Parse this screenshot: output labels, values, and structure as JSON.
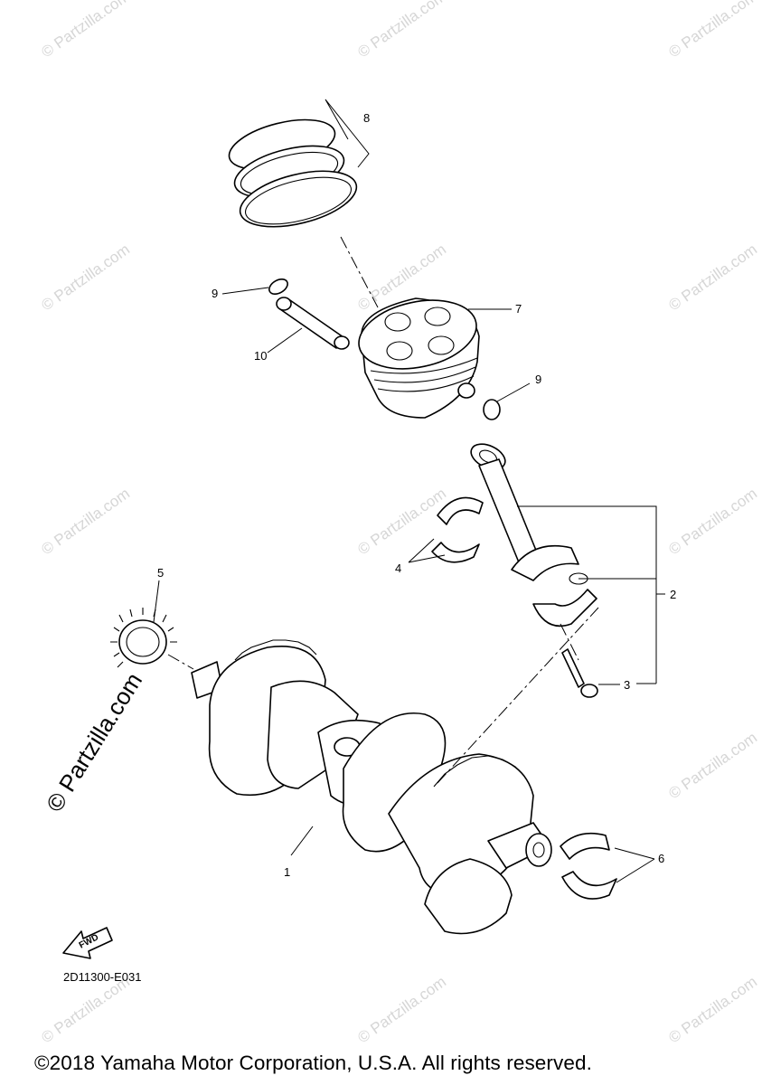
{
  "diagram": {
    "callouts": [
      {
        "id": "1",
        "label": "1"
      },
      {
        "id": "2",
        "label": "2"
      },
      {
        "id": "3",
        "label": "3"
      },
      {
        "id": "4",
        "label": "4"
      },
      {
        "id": "5",
        "label": "5"
      },
      {
        "id": "6",
        "label": "6"
      },
      {
        "id": "7",
        "label": "7"
      },
      {
        "id": "8",
        "label": "8"
      },
      {
        "id": "9a",
        "label": "9"
      },
      {
        "id": "9b",
        "label": "9"
      },
      {
        "id": "10",
        "label": "10"
      }
    ],
    "fwd_label": "FWD",
    "diagram_code": "2D11300-E031",
    "watermark": "© Partzilla.com",
    "watermark_large": "© Partzilla.com",
    "copyright": "©2018 Yamaha Motor Corporation, U.S.A. All rights reserved."
  }
}
